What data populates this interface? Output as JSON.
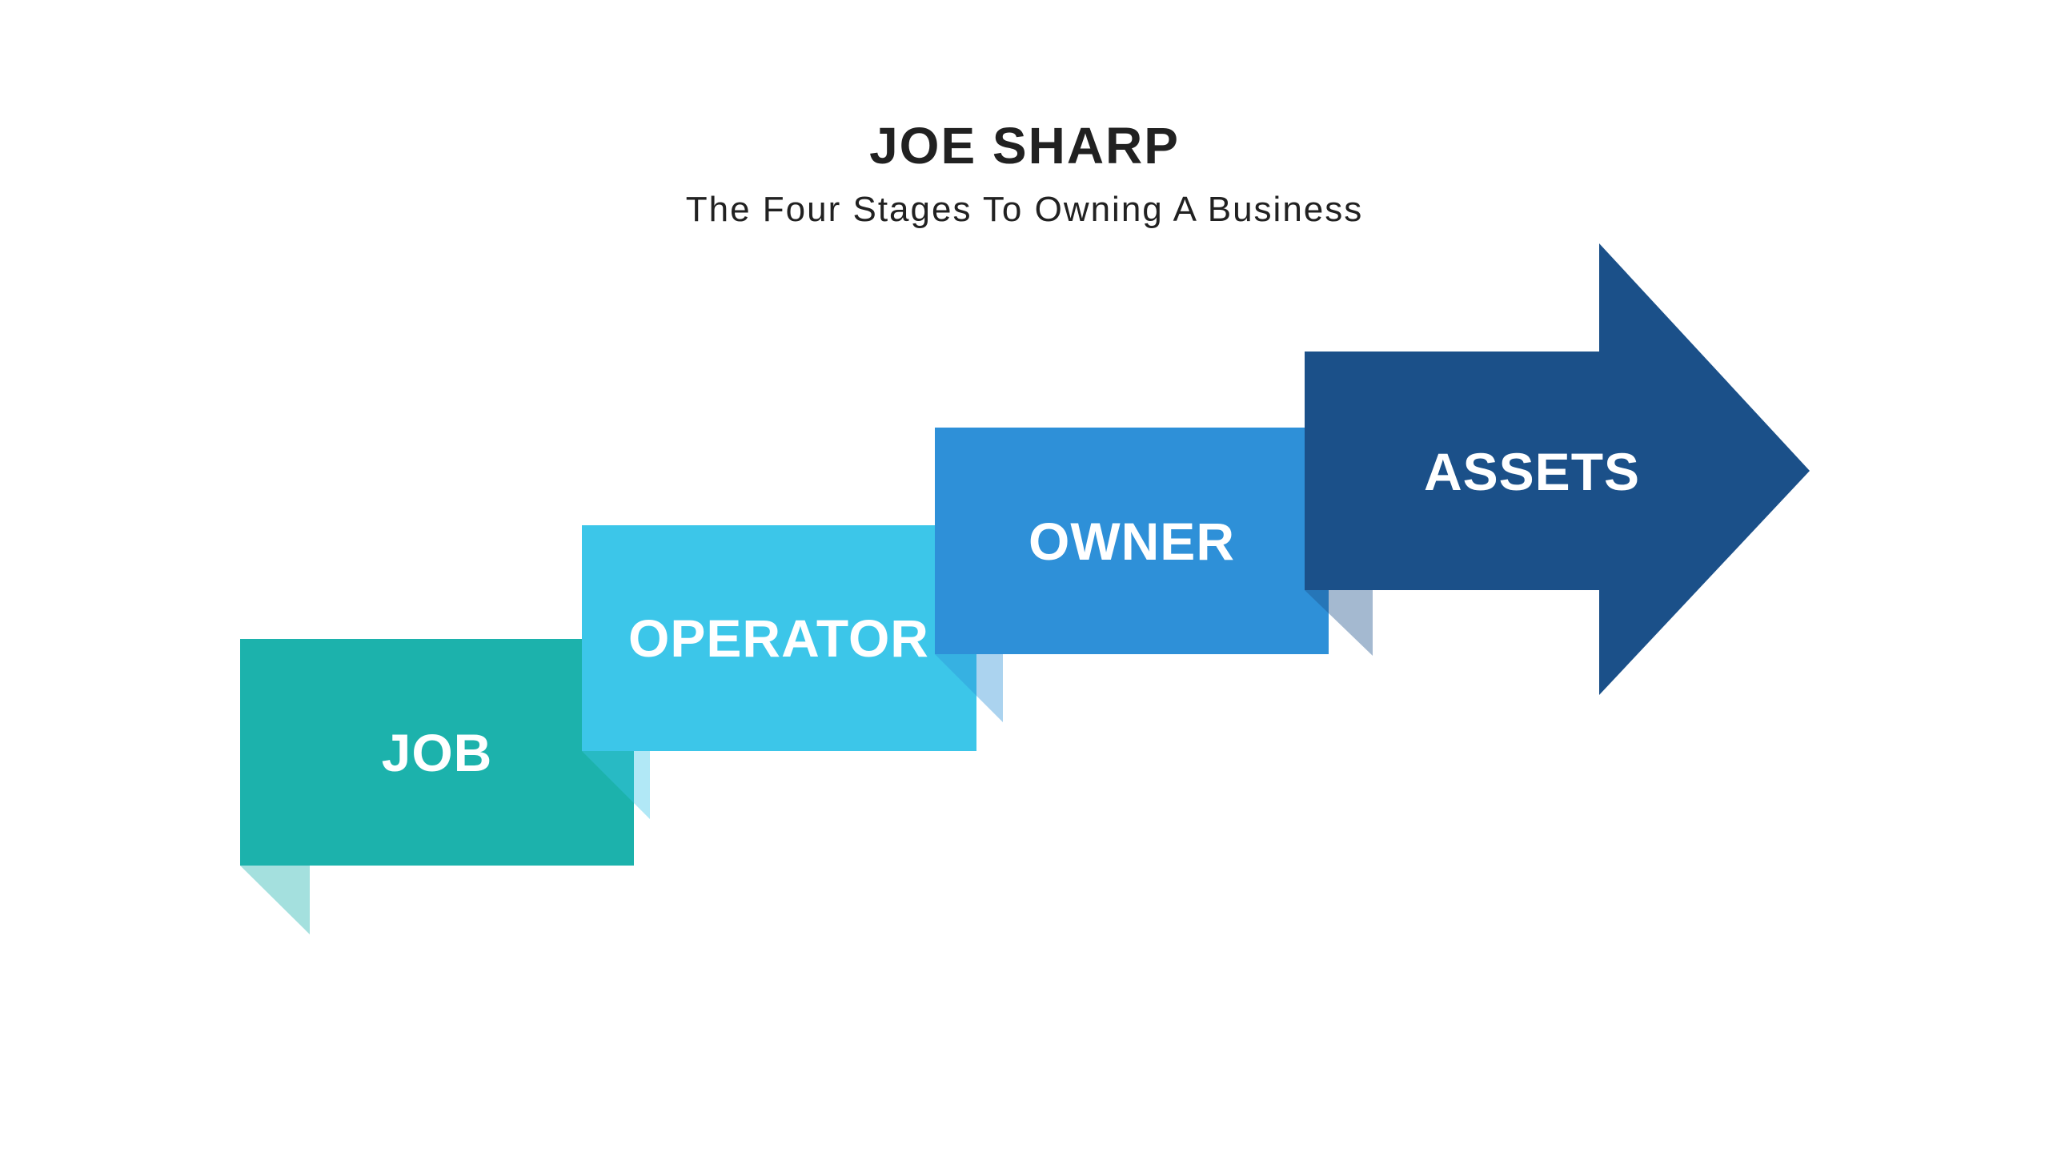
{
  "page": {
    "background_color": "#ffffff"
  },
  "header": {
    "title": "JOE SHARP",
    "subtitle": "The Four Stages To Owning A Business",
    "text_color": "#212121"
  },
  "diagram": {
    "description": "Four ascending stair-step ribbon blocks forming an arrow pointing up and to the right",
    "label_color": "#ffffff",
    "stages": [
      {
        "label": "JOB",
        "color": "#1cb2ac",
        "shape": "block"
      },
      {
        "label": "OPERATOR",
        "color": "#3cc6e9",
        "shape": "block"
      },
      {
        "label": "OWNER",
        "color": "#2e90d8",
        "shape": "block"
      },
      {
        "label": "ASSETS",
        "color": "#1b5089",
        "shape": "arrow"
      }
    ]
  }
}
